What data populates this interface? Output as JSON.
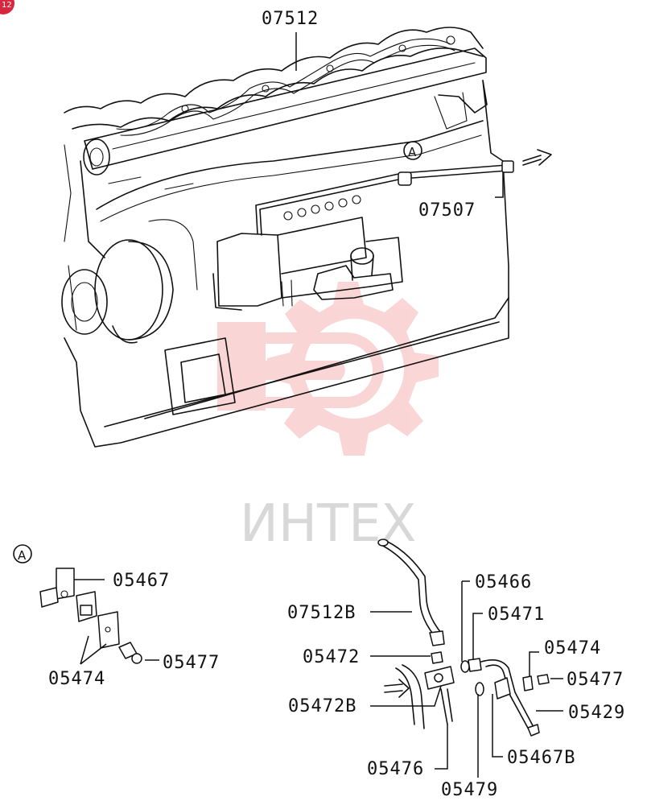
{
  "page_badge": "12",
  "watermark": {
    "text": "ИНТЕХ",
    "color": "#f4c4c4"
  },
  "view_marker": "A",
  "labels": {
    "p07512": "07512",
    "p07507": "07507",
    "p05467": "05467",
    "p05474_left": "05474",
    "p05477_left": "05477",
    "p07512B": "07512B",
    "p05466": "05466",
    "p05471": "05471",
    "p05472": "05472",
    "p05474_right": "05474",
    "p05477_right": "05477",
    "p05472B": "05472B",
    "p05429": "05429",
    "p05467B": "05467B",
    "p05476": "05476",
    "p05479": "05479"
  }
}
